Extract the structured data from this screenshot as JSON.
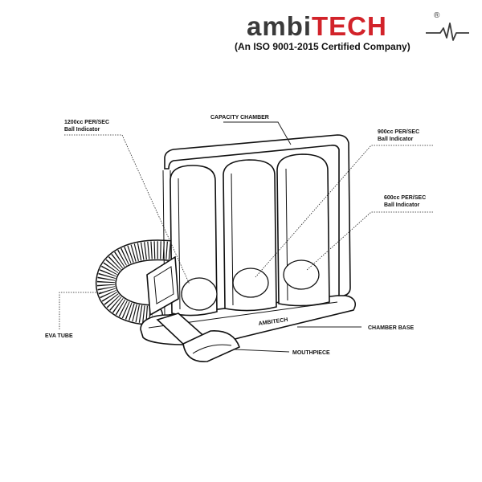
{
  "brand": {
    "name_part1": "ambi",
    "name_part2": "TECH",
    "registered": "®",
    "tagline": "(An ISO 9001-2015 Certified Company)",
    "colors": {
      "dark": "#3a3a3a",
      "red": "#d2232a"
    }
  },
  "device_logo": "AMBITECH",
  "labels": {
    "ball1200_line1": "1200cc PER/SEC",
    "ball1200_line2": "Ball Indicator",
    "capacity": "CAPACITY CHAMBER",
    "ball900_line1": "900cc PER/SEC",
    "ball900_line2": "Ball Indicator",
    "ball600_line1": "600cc PER/SEC",
    "ball600_line2": "Ball Indicator",
    "eva_tube": "EVA TUBE",
    "chamber_base": "CHAMBER BASE",
    "mouthpiece": "MOUTHPIECE"
  }
}
